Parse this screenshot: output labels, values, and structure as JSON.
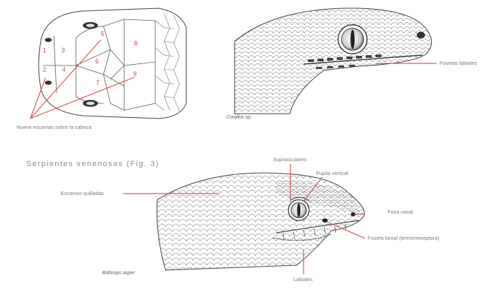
{
  "figure_top": {
    "numbers": [
      "1",
      "2",
      "3",
      "4",
      "5",
      "6",
      "7",
      "8",
      "9"
    ],
    "caption_scales": "Nueve escamas sobre la cabeza",
    "label_pits": "Fosetas labiales",
    "species_left": "Corallus sp."
  },
  "section_heading": "Serpientes venenosas (Fig. 3)",
  "figure_bottom": {
    "labels": {
      "keeled": "Escamas quilladas",
      "supraoculars": "Supraoculares",
      "pupil": "Pupila vertical",
      "nasal": "Fosa nasal",
      "loreal": "Foseta loreal (termorreceptora)",
      "labials": "Labiales"
    },
    "species": "Bothrops asper"
  },
  "colors": {
    "leader": "#d9534f",
    "ink": "#3a3a3a",
    "label": "#777777"
  }
}
